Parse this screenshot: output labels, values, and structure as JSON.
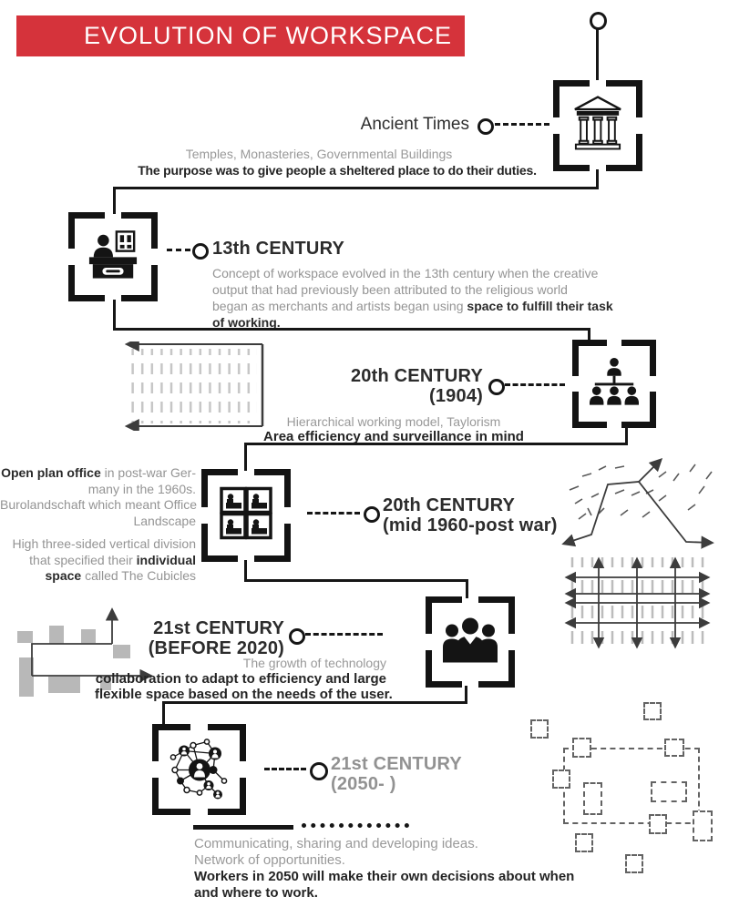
{
  "banner": {
    "title": "EVOLUTION OF WORKSPACE",
    "bg_color": "#d5333b",
    "text_color": "#ffffff"
  },
  "colors": {
    "accent_red": "#d5333b",
    "ink": "#161616",
    "gray_text": "#999999",
    "dark_text": "#242424",
    "sketch_gray": "#c6c6c6"
  },
  "timeline": {
    "ancient": {
      "label": "Ancient Times",
      "icon": "temple-icon",
      "caption_gray": "Temples, Monasteries, Governmental Buildings",
      "caption_dark": "The purpose was to give people a sheltered place to do their duties."
    },
    "c13": {
      "label": "13th CENTURY",
      "icon": "merchant-desk-icon",
      "body_line1": "Concept of workspace evolved in the 13th century when the creative",
      "body_line2": "output that had previously been attributed to the religious world",
      "body_line3_gray": "began as merchants and artists began using ",
      "body_line3_bold": "space to fulfill their task",
      "body_line4_bold": "of working."
    },
    "c20_1904": {
      "label": "20th CENTURY",
      "sublabel": "(1904)",
      "icon": "org-hierarchy-icon",
      "caption_gray": "Hierarchical working model, Taylorism",
      "caption_dark": "Area efficiency and surveillance in mind"
    },
    "c20_1960": {
      "label": "20th CENTURY",
      "sublabel": "(mid 1960-post war)",
      "icon": "cubicles-icon",
      "note1_bold": "Open plan office",
      "note1_rest": " in post-war Ger-",
      "note1_line2": "many in the 1960s.",
      "note1_line3": "Burolandschaft which meant Office",
      "note1_line4": "Landscape",
      "note2_line1": "High three-sided vertical division",
      "note2_line2_gray": "that specified their ",
      "note2_line2_bold": "individual",
      "note2_line3_bold": "space",
      "note2_line3_gray": " called The Cubicles"
    },
    "c21_2020": {
      "label": "21st CENTURY",
      "sublabel": "(BEFORE 2020)",
      "icon": "people-group-icon",
      "caption_gray": "The growth of technology",
      "caption_dark_line1": "collaboration to adapt to efficiency and large",
      "caption_dark_line2": "flexible space based on the needs of the user."
    },
    "c21_2050": {
      "label": "21st CENTURY",
      "sublabel": "(2050- )",
      "icon": "network-icon",
      "caption_gray_line1": "Communicating, sharing and developing ideas.",
      "caption_gray_line2": "Network of opportunities.",
      "caption_dark_line1": "Workers in 2050 will make their own decisions about when",
      "caption_dark_line2": "and where to work."
    }
  }
}
